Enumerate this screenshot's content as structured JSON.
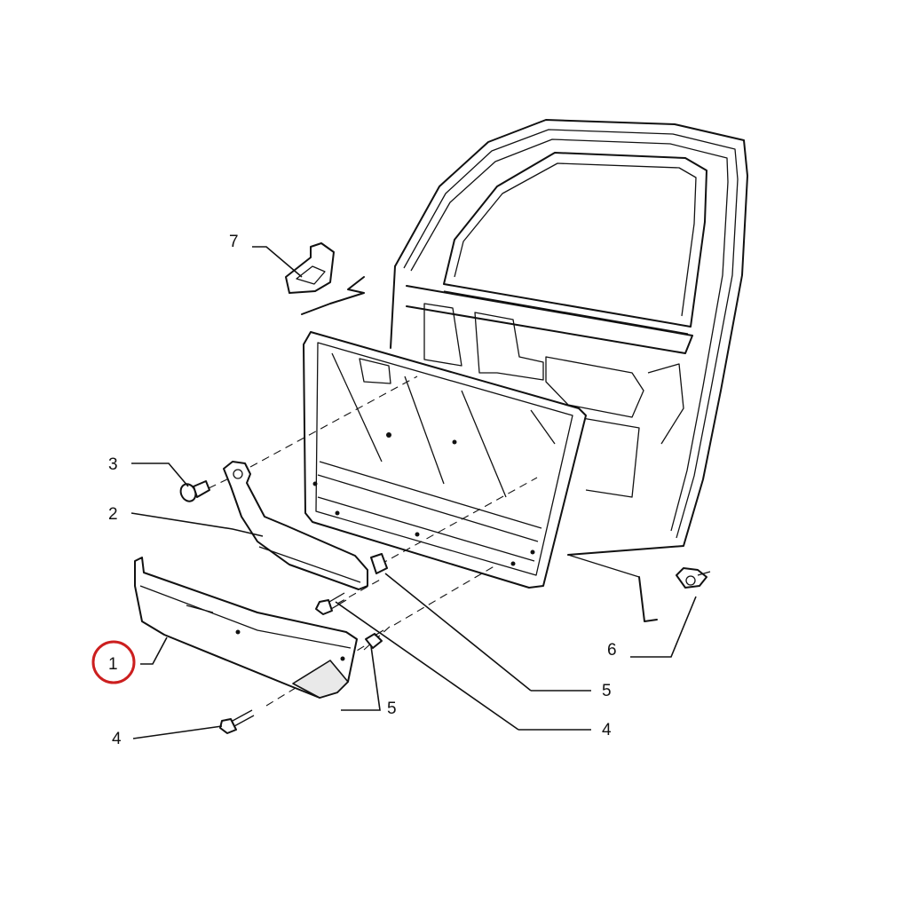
{
  "callouts": [
    {
      "id": "1",
      "label": "1"
    },
    {
      "id": "2",
      "label": "2"
    },
    {
      "id": "3",
      "label": "3"
    },
    {
      "id": "4a",
      "label": "4"
    },
    {
      "id": "4b",
      "label": "4"
    },
    {
      "id": "5a",
      "label": "5"
    },
    {
      "id": "5b",
      "label": "5"
    },
    {
      "id": "6",
      "label": "6"
    },
    {
      "id": "7",
      "label": "7"
    }
  ],
  "highlight": {
    "callout": "1",
    "color": "#cc1f1f"
  },
  "line_color": "#111111"
}
